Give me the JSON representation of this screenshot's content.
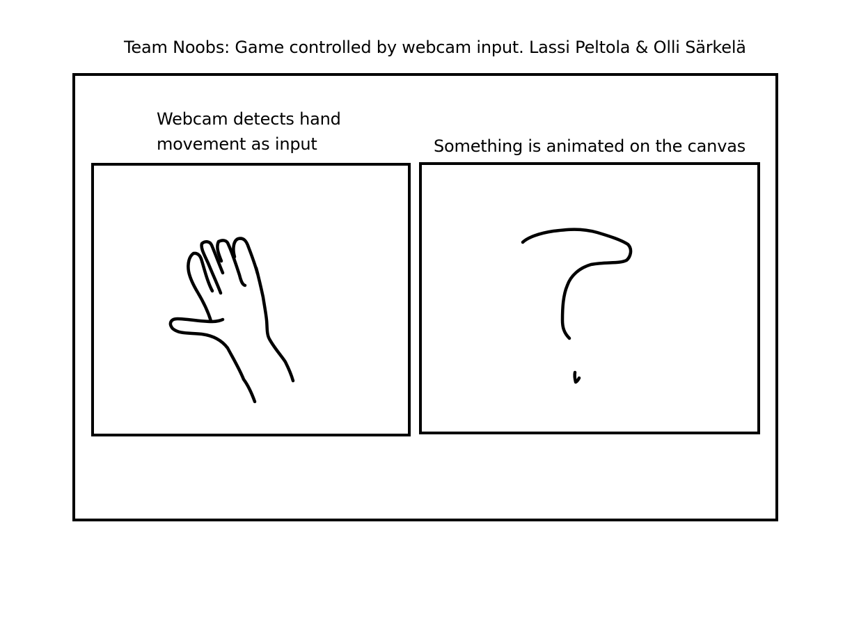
{
  "title": "Team Noobs: Game controlled by webcam input. Lassi Peltola & Olli Särkelä",
  "panels": [
    {
      "caption_lines": [
        "Webcam detects hand",
        "movement as input"
      ],
      "drawing": "hand-icon"
    },
    {
      "caption": "Something is animated on the canvas",
      "drawing": "question-mark-icon"
    }
  ]
}
